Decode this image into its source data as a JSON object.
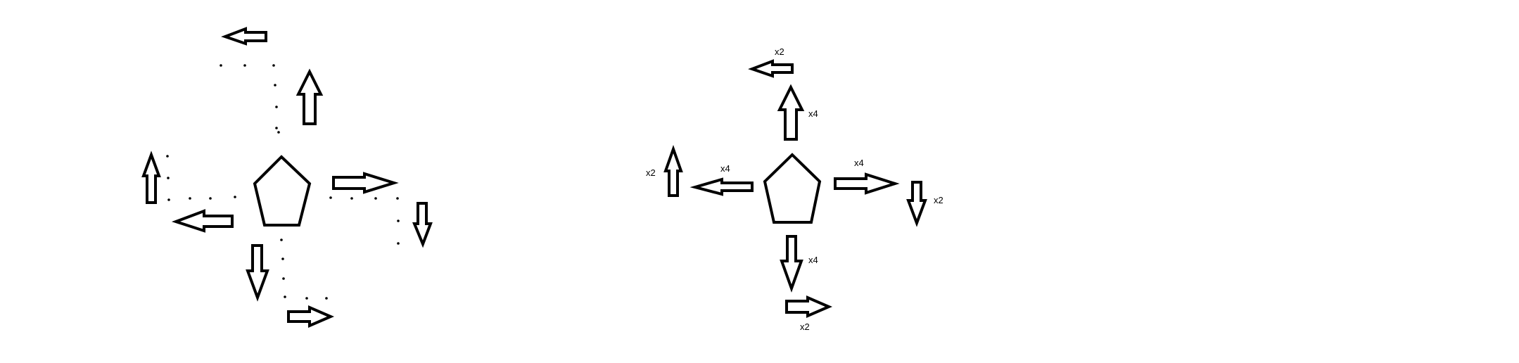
{
  "diagram_left": {
    "shape": "pentagon",
    "arrows": [
      {
        "id": "up",
        "direction": "up"
      },
      {
        "id": "right",
        "direction": "right"
      },
      {
        "id": "down",
        "direction": "down"
      },
      {
        "id": "left",
        "direction": "left"
      },
      {
        "id": "top-left",
        "direction": "left"
      },
      {
        "id": "right-down",
        "direction": "down"
      },
      {
        "id": "bottom-right",
        "direction": "right"
      },
      {
        "id": "left-up",
        "direction": "up"
      }
    ],
    "connector_style": "dotted"
  },
  "diagram_right": {
    "shape": "pentagon",
    "labels": {
      "top_left": "x2",
      "up": "x4",
      "left_up": "x2",
      "left": "x4",
      "right": "x4",
      "right_down": "x2",
      "down": "x4",
      "bottom_right": "x2"
    }
  },
  "colors": {
    "stroke": "#000000",
    "background": "#ffffff"
  }
}
